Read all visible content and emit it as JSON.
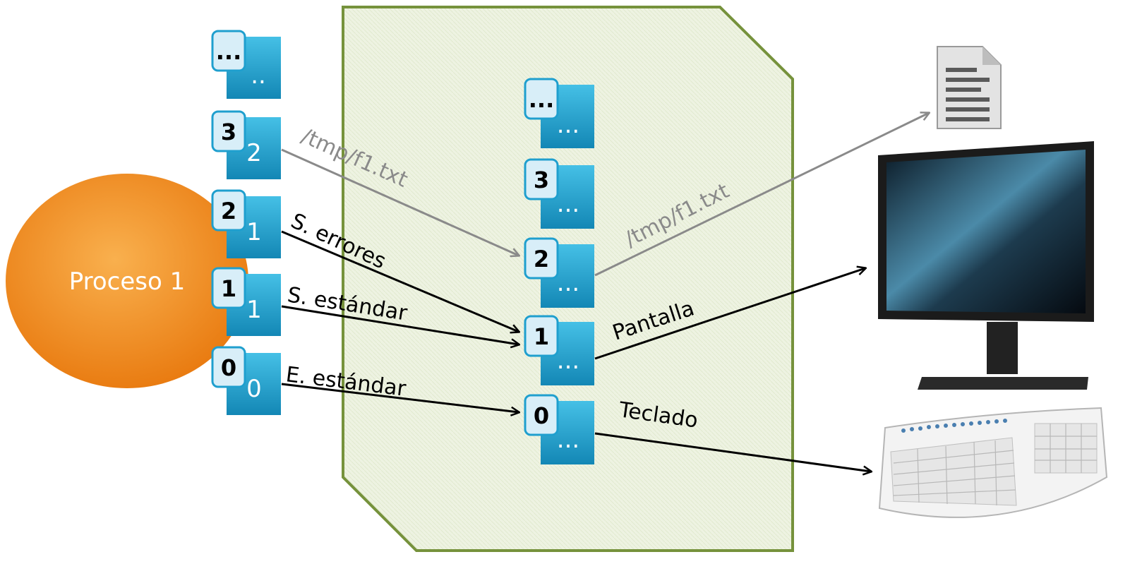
{
  "process": {
    "label": "Proceso 1"
  },
  "process_fds": [
    {
      "chip": "...",
      "value": ".."
    },
    {
      "chip": "3",
      "value": "2"
    },
    {
      "chip": "2",
      "value": "1"
    },
    {
      "chip": "1",
      "value": "1"
    },
    {
      "chip": "0",
      "value": "0"
    }
  ],
  "table_entries": [
    {
      "chip": "...",
      "value": "..."
    },
    {
      "chip": "3",
      "value": "..."
    },
    {
      "chip": "2",
      "value": "..."
    },
    {
      "chip": "1",
      "value": "..."
    },
    {
      "chip": "0",
      "value": "..."
    }
  ],
  "arrow_labels": {
    "fd3_file": "/tmp/f1.txt",
    "fd2": "S. errores",
    "fd1": "S. estándar",
    "fd0": "E. estándar",
    "table_file": "/tmp/f1.txt",
    "screen": "Pantalla",
    "keyboard": "Teclado"
  },
  "colors": {
    "process": "#f08a1e",
    "table_fill": "#eef3e2",
    "table_border": "#76923c",
    "fd_box": "#1f9fce",
    "chip": "#d8eef8",
    "black_arrow": "#000000",
    "grey_arrow": "#8a8a8a"
  },
  "icons": [
    "document-icon",
    "monitor-icon",
    "keyboard-icon"
  ]
}
